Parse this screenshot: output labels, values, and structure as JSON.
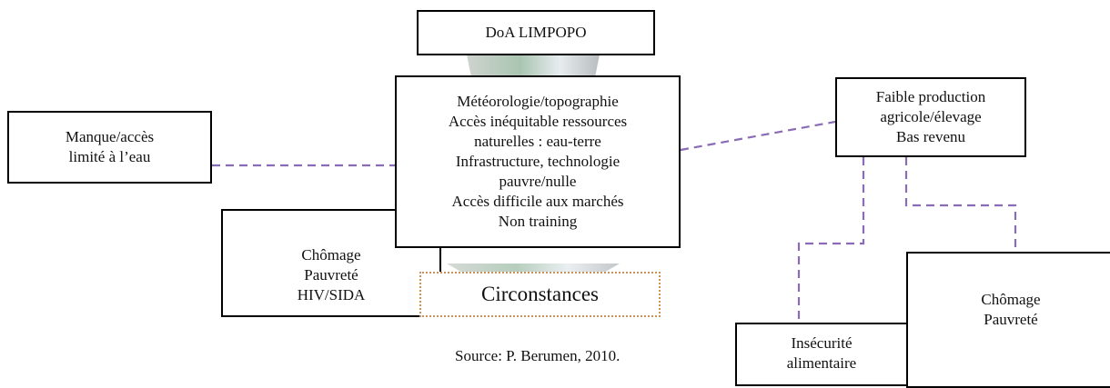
{
  "title": "DoA LIMPOPO",
  "center_box": {
    "lines": [
      "Météorologie/topographie",
      "Accès inéquitable ressources",
      "naturelles : eau-terre",
      "Infrastructure, technologie",
      "pauvre/nulle",
      "Accès difficile aux marchés",
      "Non training"
    ]
  },
  "left_box": {
    "lines": [
      "Manque/accès",
      "limité à l’eau"
    ]
  },
  "lower_left_box": {
    "lines": [
      "Chômage",
      "Pauvreté",
      "HIV/SIDA"
    ]
  },
  "circumstances_label": "Circonstances",
  "right_box": {
    "lines": [
      "Faible production",
      "agricole/élevage",
      "Bas revenu"
    ]
  },
  "right_lower_box": {
    "lines": [
      "Chômage",
      "Pauvreté"
    ]
  },
  "bottom_box": {
    "lines": [
      "Insécurité",
      "alimentaire"
    ]
  },
  "source": "Source: P. Berumen, 2010.",
  "colors": {
    "connector": "#8a6bb5",
    "border": "#000000",
    "circumstances_border": "#c8915a"
  }
}
